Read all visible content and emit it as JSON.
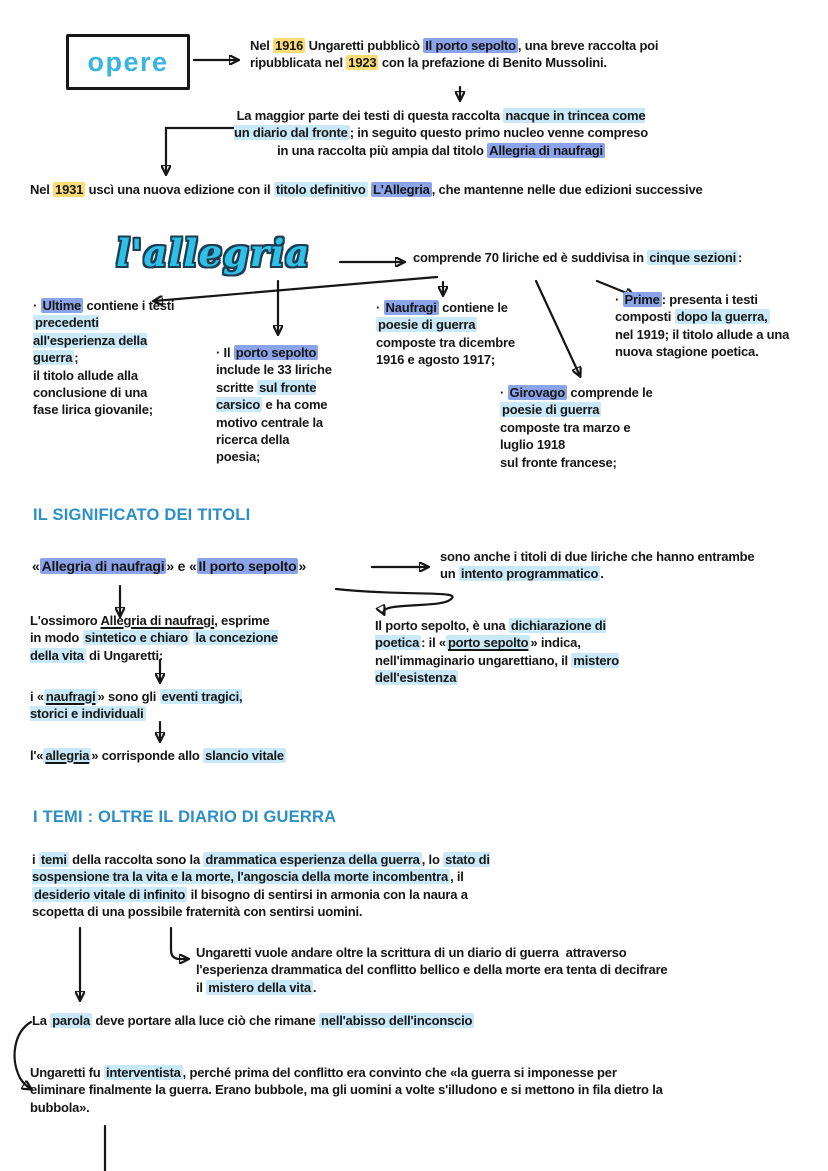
{
  "palette": {
    "cyan": "#38b5e0",
    "heading_blue": "#2d8fc3",
    "highlight_yellow": "#fbdc74",
    "highlight_blue": "#8aa3e9",
    "highlight_lightblue": "#c9e9f8",
    "ink": "#161616"
  },
  "opere": {
    "label": "opere"
  },
  "intro": {
    "p1": {
      "segs": [
        {
          "t": "Nel "
        },
        {
          "t": "1916",
          "s": "y"
        },
        {
          "t": " Ungaretti pubblicò "
        },
        {
          "t": "Il porto sepolto",
          "s": "b"
        },
        {
          "t": ", una breve raccolta poi\nripubblicata nel "
        },
        {
          "t": "1923",
          "s": "y"
        },
        {
          "t": " con la prefazione di Benito Mussolini."
        }
      ]
    },
    "p2": {
      "segs": [
        {
          "t": "La maggior parte dei testi di questa raccolta "
        },
        {
          "t": "nacque in trincea come\nun diario dal fronte",
          "s": "l"
        },
        {
          "t": "; in seguito questo primo nucleo venne compreso\nin una raccolta più ampia dal titolo "
        },
        {
          "t": "Allegria di naufragi",
          "s": "b"
        }
      ]
    },
    "p3": {
      "segs": [
        {
          "t": "Nel "
        },
        {
          "t": "1931",
          "s": "y"
        },
        {
          "t": " uscì una nuova edizione con il "
        },
        {
          "t": "titolo definitivo",
          "s": "l"
        },
        {
          "t": " "
        },
        {
          "t": "L'Allegria",
          "s": "b"
        },
        {
          "t": ", che mantenne nelle due edizioni successive"
        }
      ]
    }
  },
  "allegria": {
    "title": "l'allegria",
    "comprende": {
      "segs": [
        {
          "t": "comprende 70 liriche ed è suddivisa in "
        },
        {
          "t": "cinque sezioni",
          "s": "l"
        },
        {
          "t": ":"
        }
      ]
    },
    "sections": {
      "ultime": {
        "segs": [
          {
            "t": "· "
          },
          {
            "t": "Ultime",
            "s": "b"
          },
          {
            "t": " contiene i testi\n"
          },
          {
            "t": "precedenti\nall'esperienza della\nguerra",
            "s": "l"
          },
          {
            "t": ";\nil titolo allude alla\nconclusione di una\nfase lirica giovanile;"
          }
        ]
      },
      "porto": {
        "segs": [
          {
            "t": "· Il "
          },
          {
            "t": "porto sepolto",
            "s": "b"
          },
          {
            "t": "\ninclude le 33 liriche\nscritte "
          },
          {
            "t": "sul fronte\ncarsico",
            "s": "l"
          },
          {
            "t": " e ha come\nmotivo centrale la\nricerca della\npoesia;"
          }
        ]
      },
      "naufragi": {
        "segs": [
          {
            "t": "· "
          },
          {
            "t": "Naufragi",
            "s": "b"
          },
          {
            "t": " contiene le\n"
          },
          {
            "t": "poesie di guerra",
            "s": "l"
          },
          {
            "t": "\ncomposte tra dicembre\n1916 e agosto 1917;"
          }
        ]
      },
      "girovago": {
        "segs": [
          {
            "t": "· "
          },
          {
            "t": "Girovago",
            "s": "b"
          },
          {
            "t": " comprende le\n"
          },
          {
            "t": "poesie di guerra",
            "s": "l"
          },
          {
            "t": "\ncomposte tra marzo e\nluglio 1918\nsul fronte francese;"
          }
        ]
      },
      "prime": {
        "segs": [
          {
            "t": "· "
          },
          {
            "t": "Prime",
            "s": "b"
          },
          {
            "t": ": presenta i testi\ncomposti "
          },
          {
            "t": "dopo la guerra,",
            "s": "l"
          },
          {
            "t": "\nnel 1919; il titolo allude a una\nnuova stagione poetica."
          }
        ]
      }
    }
  },
  "significato": {
    "heading": "IL SIGNIFICATO DEI TITOLI",
    "titles": {
      "segs": [
        {
          "t": "«"
        },
        {
          "t": "Allegria di naufragi",
          "s": "b"
        },
        {
          "t": "» e «"
        },
        {
          "t": "Il porto sepolto",
          "s": "b"
        },
        {
          "t": "»"
        }
      ]
    },
    "sono_anche": {
      "segs": [
        {
          "t": "sono anche i titoli di due liriche che hanno entrambe\nun "
        },
        {
          "t": "intento programmatico",
          "s": "l"
        },
        {
          "t": "."
        }
      ]
    },
    "ossimoro": {
      "segs": [
        {
          "t": "L'ossimoro "
        },
        {
          "t": "Allegria di naufragi",
          "s": "u"
        },
        {
          "t": ", esprime\nin modo "
        },
        {
          "t": "sintetico e chiaro",
          "s": "l"
        },
        {
          "t": " "
        },
        {
          "t": "la concezione\ndella vita",
          "s": "l"
        },
        {
          "t": " di Ungaretti:"
        }
      ]
    },
    "naufragi_def": {
      "segs": [
        {
          "t": "i «"
        },
        {
          "t": "naufragi",
          "s": "lu"
        },
        {
          "t": "» sono gli "
        },
        {
          "t": "eventi tragici,\nstorici e individuali",
          "s": "l"
        }
      ]
    },
    "allegria_def": {
      "segs": [
        {
          "t": "l'«"
        },
        {
          "t": "allegria",
          "s": "lu"
        },
        {
          "t": "» corrisponde allo "
        },
        {
          "t": "slancio vitale",
          "s": "l"
        }
      ]
    },
    "porto_def": {
      "segs": [
        {
          "t": "Il porto sepolto, è una "
        },
        {
          "t": "dichiarazione di\npoetica",
          "s": "l"
        },
        {
          "t": ": il «"
        },
        {
          "t": "porto sepolto",
          "s": "lu"
        },
        {
          "t": "» indica,\nnell'immaginario ungarettiano, il "
        },
        {
          "t": "mistero\ndell'esistenza",
          "s": "l"
        }
      ]
    }
  },
  "temi": {
    "heading": "I TEMI : OLTRE IL DIARIO DI GUERRA",
    "intro": {
      "segs": [
        {
          "t": "i "
        },
        {
          "t": "temi",
          "s": "l"
        },
        {
          "t": " della raccolta sono la "
        },
        {
          "t": "drammatica esperienza della guerra",
          "s": "l"
        },
        {
          "t": ", lo "
        },
        {
          "t": "stato di\nsospensione tra la vita e la morte, l'angoscia della morte incombentra",
          "s": "l"
        },
        {
          "t": ", il\n"
        },
        {
          "t": "desiderio vitale di infinito",
          "s": "l"
        },
        {
          "t": " il bisogno di sentirsi in armonia con la naura a\nscopetta di una possibile fraternità con sentirsi uomini."
        }
      ]
    },
    "oltre": {
      "segs": [
        {
          "t": "Ungaretti vuole andare oltre la scrittura di un diario di guerra  attraverso\nl'esperienza drammatica del conflitto bellico e della morte era tenta di decifrare\nil "
        },
        {
          "t": "mistero della vita",
          "s": "l"
        },
        {
          "t": "."
        }
      ]
    },
    "parola": {
      "segs": [
        {
          "t": "La "
        },
        {
          "t": "parola",
          "s": "l"
        },
        {
          "t": " deve portare alla luce ciò che rimane "
        },
        {
          "t": "nell'abisso dell'inconscio",
          "s": "l"
        }
      ]
    },
    "interventista": {
      "segs": [
        {
          "t": "Ungaretti fu "
        },
        {
          "t": "interventista",
          "s": "l"
        },
        {
          "t": ", perché prima del conflitto era convinto che «la guerra si imponesse per\neliminare finalmente la guerra. Erano bubbole, ma gli uomini a volte s'illudono e si mettono in fila dietro la\nbubbola»."
        }
      ]
    }
  }
}
